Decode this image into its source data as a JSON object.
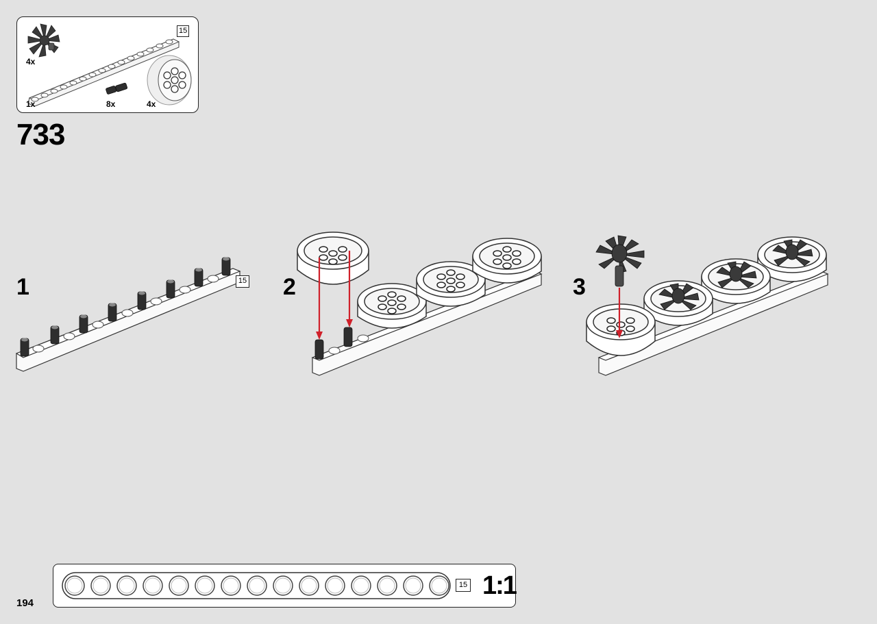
{
  "page": {
    "number": "194",
    "step_number": "733",
    "scale_label": "1:1"
  },
  "parts_list": [
    {
      "name": "turbine-rotor",
      "qty": "4x"
    },
    {
      "name": "beam-15",
      "qty": "1x",
      "length": "15"
    },
    {
      "name": "connector-pin",
      "qty": "8x"
    },
    {
      "name": "rim-wheel",
      "qty": "4x"
    }
  ],
  "substeps": [
    {
      "number": "1",
      "length_badge": "15"
    },
    {
      "number": "2"
    },
    {
      "number": "3"
    }
  ],
  "ruler": {
    "length_label": "15"
  },
  "colors": {
    "background": "#e2e2e2",
    "arrow": "#d0202a",
    "part_dark": "#3a3a3a",
    "part_white": "#ffffff"
  }
}
